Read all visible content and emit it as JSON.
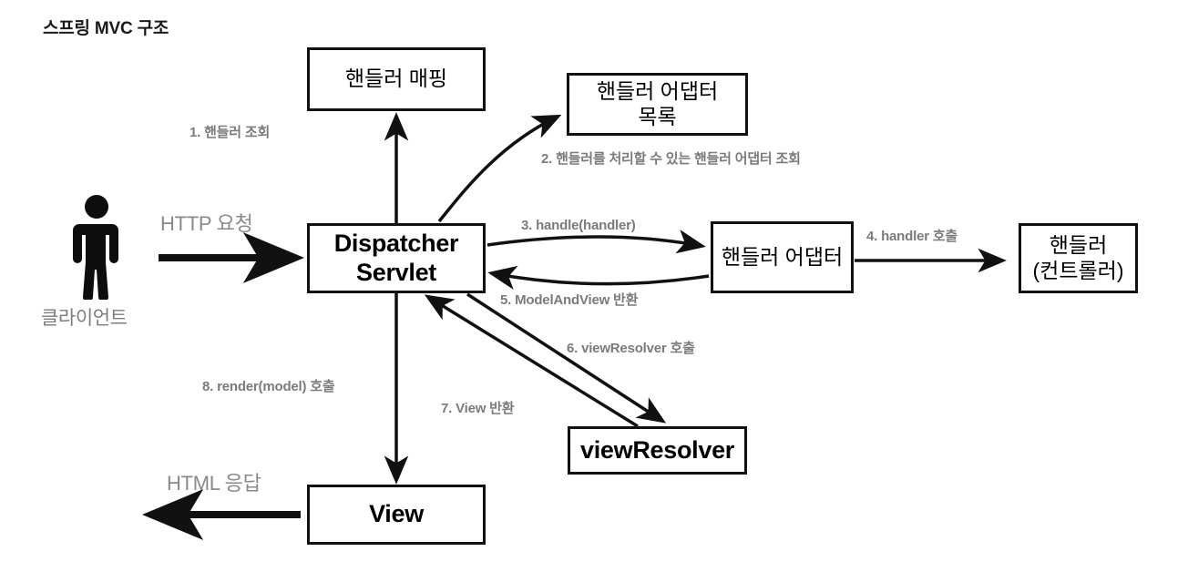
{
  "title": "스프링 MVC 구조",
  "colors": {
    "stroke": "#111111",
    "label_gray": "#7b7b7b",
    "plain_gray": "#8a8a8a",
    "title": "#1a1a1a",
    "background": "#ffffff"
  },
  "actor": {
    "icon": "person-icon",
    "label": "클라이언트"
  },
  "nodes": [
    {
      "id": "handler-mapping",
      "label": "핸들러 매핑"
    },
    {
      "id": "handler-adapter-list",
      "label": "핸들러 어댑터\n목록"
    },
    {
      "id": "dispatcher-servlet",
      "label": "Dispatcher\nServlet"
    },
    {
      "id": "handler-adapter",
      "label": "핸들러 어댑터"
    },
    {
      "id": "handler-controller",
      "label": "핸들러\n(컨트롤러)"
    },
    {
      "id": "view-resolver",
      "label": "viewResolver"
    },
    {
      "id": "view",
      "label": "View"
    }
  ],
  "edge_labels": {
    "http_request": "HTTP 요청",
    "http_response": "HTML 응답",
    "step1": "1. 핸들러 조회",
    "step2": "2. 핸들러를 처리할 수 있는 핸들러 어댑터 조회",
    "step3": "3. handle(handler)",
    "step4": "4. handler 호출",
    "step5": "5. ModelAndView 반환",
    "step6": "6. viewResolver 호출",
    "step7": "7. View 반환",
    "step8": "8. render(model) 호출"
  }
}
